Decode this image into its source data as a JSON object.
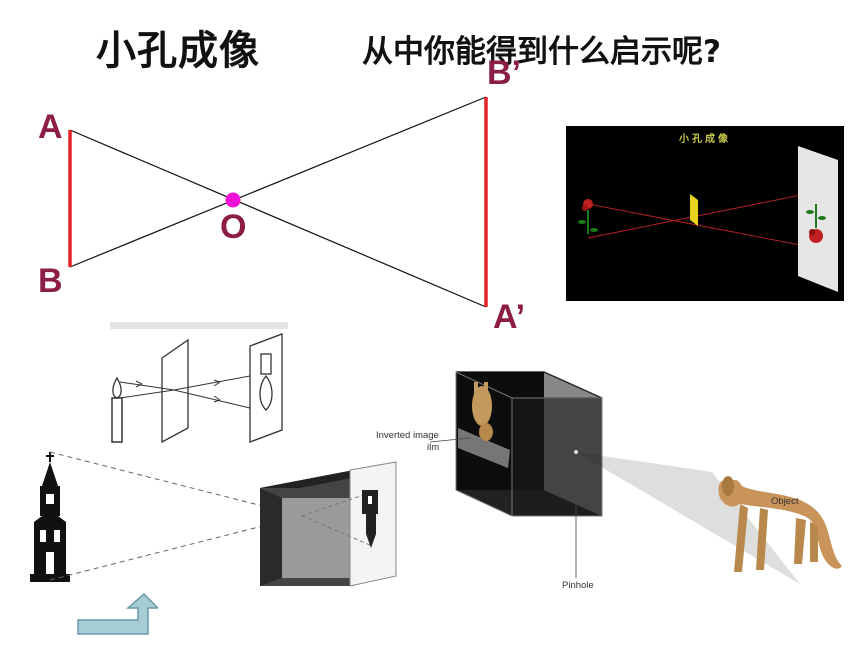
{
  "slide": {
    "title": "小孔成像",
    "question": "从中你能得到什么启示呢?"
  },
  "diagram": {
    "labels": {
      "A": "A",
      "B": "B",
      "O": "O",
      "B_prime": "B’",
      "A_prime": "A’"
    },
    "colors": {
      "object": "#e8202a",
      "center": "#f010d8",
      "ray": "#111111",
      "label": "#8b1d46"
    }
  },
  "video_panel": {
    "caption": "小孔成像",
    "background": "#000000"
  },
  "camera_illustration": {
    "inverted_image_label": "Inverted image",
    "film_label": "ilm",
    "pinhole_label": "Pinhole",
    "object_label": "Object"
  },
  "nav": {
    "icon": "return-arrow-icon",
    "color": "#a6ccd4"
  }
}
